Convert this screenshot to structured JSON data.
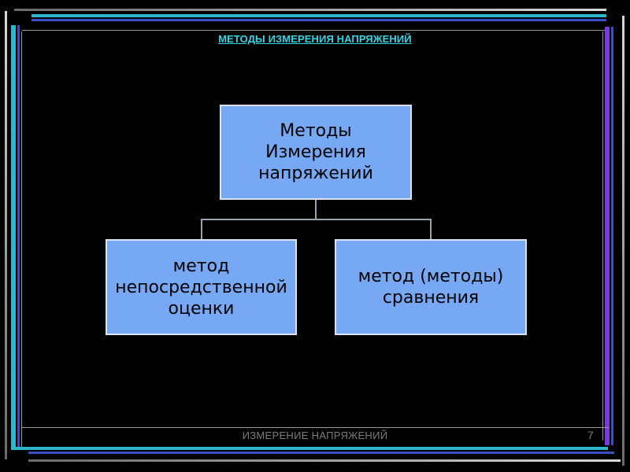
{
  "slide": {
    "title": "МЕТОДЫ ИЗМЕРЕНИЯ НАПРЯЖЕНИЙ",
    "footer": "ИЗМЕРЕНИЕ НАПРЯЖЕНИЙ",
    "page_number": "7"
  },
  "diagram": {
    "root": "Методы\nИзмерения\nнапряжений",
    "children": [
      "метод\nнепосредственной\nоценки",
      "метод (методы)\nсравнения"
    ]
  },
  "colors": {
    "background": "#000000",
    "title": "#33d6e6",
    "box_fill": "#76a8f4",
    "box_border": "#d8e4f5",
    "frame_teal": "#2bb7c9",
    "frame_blue": "#3a4fc4",
    "frame_violet": "#7a3ae0",
    "footer_text": "#7c7c7c"
  }
}
